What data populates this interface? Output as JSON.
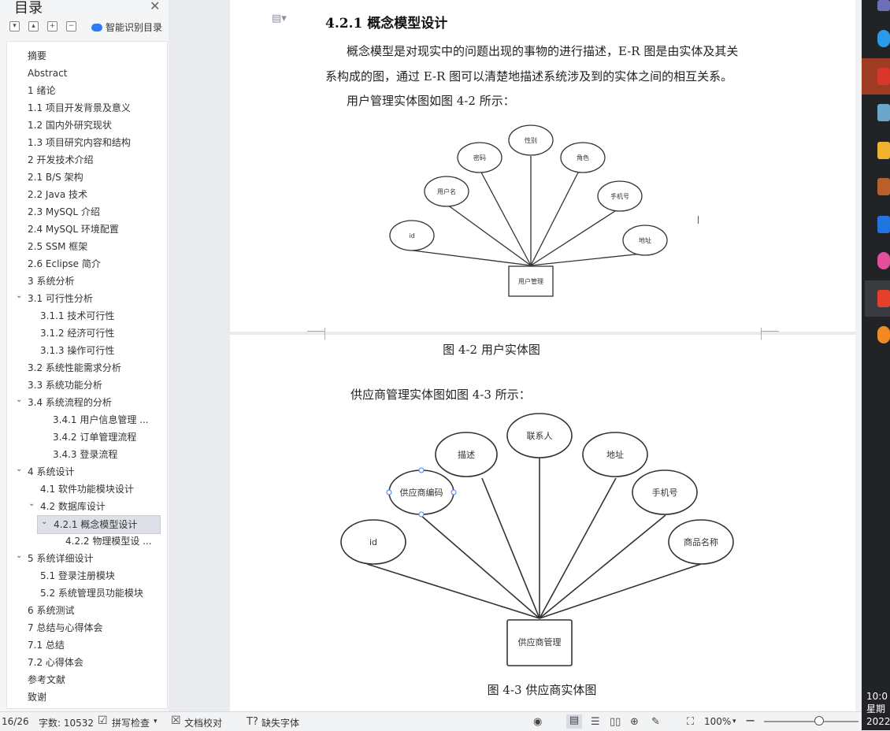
{
  "toc": {
    "title": "目录",
    "smart_toc_label": "智能识别目录",
    "items": [
      {
        "label": "摘要",
        "level": 1,
        "arrow": "",
        "selected": false
      },
      {
        "label": "Abstract",
        "level": 1,
        "arrow": "",
        "selected": false
      },
      {
        "label": "1 绪论",
        "level": 1,
        "arrow": "",
        "selected": false
      },
      {
        "label": "1.1 项目开发背景及意义",
        "level": 1,
        "arrow": "",
        "selected": false
      },
      {
        "label": "1.2 国内外研究现状",
        "level": 1,
        "arrow": "",
        "selected": false
      },
      {
        "label": "1.3 项目研究内容和结构",
        "level": 1,
        "arrow": "",
        "selected": false
      },
      {
        "label": "2 开发技术介绍",
        "level": 1,
        "arrow": "",
        "selected": false
      },
      {
        "label": "2.1 B/S 架构",
        "level": 1,
        "arrow": "",
        "selected": false
      },
      {
        "label": "2.2 Java 技术",
        "level": 1,
        "arrow": "",
        "selected": false
      },
      {
        "label": "2.3 MySQL  介绍",
        "level": 1,
        "arrow": "",
        "selected": false
      },
      {
        "label": "2.4 MySQL 环境配置",
        "level": 1,
        "arrow": "",
        "selected": false
      },
      {
        "label": "2.5 SSM 框架",
        "level": 1,
        "arrow": "",
        "selected": false
      },
      {
        "label": "2.6 Eclipse 简介",
        "level": 1,
        "arrow": "",
        "selected": false
      },
      {
        "label": "3 系统分析",
        "level": 1,
        "arrow": "",
        "selected": false
      },
      {
        "label": "3.1 可行性分析",
        "level": 1,
        "arrow": "v",
        "selected": false
      },
      {
        "label": "3.1.1 技术可行性",
        "level": 2,
        "arrow": "",
        "selected": false
      },
      {
        "label": "3.1.2 经济可行性",
        "level": 2,
        "arrow": "",
        "selected": false
      },
      {
        "label": "3.1.3 操作可行性",
        "level": 2,
        "arrow": "",
        "selected": false
      },
      {
        "label": "3.2 系统性能需求分析",
        "level": 1,
        "arrow": "",
        "selected": false
      },
      {
        "label": "3.3 系统功能分析",
        "level": 1,
        "arrow": "",
        "selected": false
      },
      {
        "label": "3.4 系统流程的分析",
        "level": 1,
        "arrow": "v",
        "selected": false
      },
      {
        "label": "3.4.1  用户信息管理 ...",
        "level": 3,
        "arrow": "",
        "selected": false
      },
      {
        "label": "3.4.2 订单管理流程",
        "level": 3,
        "arrow": "",
        "selected": false
      },
      {
        "label": "3.4.3  登录流程",
        "level": 3,
        "arrow": "",
        "selected": false
      },
      {
        "label": "4 系统设计",
        "level": 1,
        "arrow": "v",
        "selected": false
      },
      {
        "label": "4.1  软件功能模块设计",
        "level": 2,
        "arrow": "",
        "selected": false
      },
      {
        "label": "4.2 数据库设计",
        "level": 2,
        "arrow": "v",
        "selected": false
      },
      {
        "label": "4.2.1 概念模型设计",
        "level": 3,
        "arrow": "v",
        "selected": true
      },
      {
        "label": "4.2.2 物理模型设 ...",
        "level": 4,
        "arrow": "",
        "selected": false
      },
      {
        "label": "5 系统详细设计",
        "level": 1,
        "arrow": "v",
        "selected": false
      },
      {
        "label": "5.1 登录注册模块",
        "level": 2,
        "arrow": "",
        "selected": false
      },
      {
        "label": "5.2 系统管理员功能模块",
        "level": 2,
        "arrow": "",
        "selected": false
      },
      {
        "label": "6 系统测试",
        "level": 1,
        "arrow": "",
        "selected": false
      },
      {
        "label": "7 总结与心得体会",
        "level": 1,
        "arrow": "",
        "selected": false
      },
      {
        "label": "7.1  总结",
        "level": 1,
        "arrow": "",
        "selected": false
      },
      {
        "label": "7.2  心得体会",
        "level": 1,
        "arrow": "",
        "selected": false
      },
      {
        "label": "参考文献",
        "level": 1,
        "arrow": "",
        "selected": false
      },
      {
        "label": "致谢",
        "level": 1,
        "arrow": "",
        "selected": false
      }
    ]
  },
  "doc": {
    "heading": "4.2.1 概念模型设计",
    "para1_line1": "概念模型是对现实中的问题出现的事物的进行描述，E-R 图是由实体及其关",
    "para1_line2": "系构成的图，通过 E-R 图可以清楚地描述系统涉及到的实体之间的相互关系。",
    "para2": "用户管理实体图如图 4-2 所示：",
    "fig1_caption": "图 4-2 用户实体图",
    "para3": "供应商管理实体图如图 4-3 所示：",
    "fig2_caption": "图 4-3 供应商实体图"
  },
  "diagram1": {
    "entity": "用户管理",
    "attributes": [
      "id",
      "用户名",
      "密码",
      "性别",
      "角色",
      "手机号",
      "地址"
    ]
  },
  "diagram2": {
    "entity": "供应商管理",
    "attributes": [
      "id",
      "供应商编码",
      "描述",
      "联系人",
      "地址",
      "手机号",
      "商品名称"
    ]
  },
  "statusbar": {
    "page": "16/26",
    "word_count": "字数: 10532",
    "spell_check": "拼写检查",
    "doc_proof": "文档校对",
    "missing_font": "缺失字体",
    "zoom": "100%"
  },
  "tray": {
    "time": "10:0",
    "weekday": "星期",
    "date": "2022/"
  },
  "colors": {
    "accent": "#2d7cf6",
    "toc_selected": "#dde1e7",
    "taskbar": "#222326"
  }
}
